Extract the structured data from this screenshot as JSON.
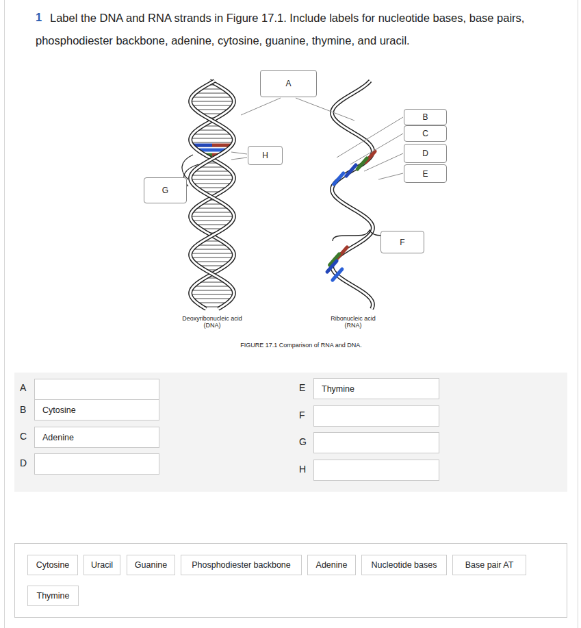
{
  "diagram": {
    "title": "Label the DNA and RNA strands in Figure 17.1. Include labels for nucleotide bases, base pairs, phosphodiester backbone, adenine, cytosine, guanine, thymine, and uracil.",
    "caption": "FIGURE 17.1 Comparison of RNA and DNA.",
    "nodes": [
      {
        "text": [
          "A"
        ]
      },
      {
        "text": [
          "B"
        ]
      },
      {
        "text": [
          "C"
        ]
      },
      {
        "text": [
          "D"
        ]
      },
      {
        "text": [
          "E"
        ]
      },
      {
        "text": [
          "F"
        ]
      },
      {
        "text": [
          "G"
        ]
      },
      {
        "text": [
          "H"
        ]
      },
      {
        "text": [
          "Cytosine"
        ]
      },
      {
        "text": [
          "Adenine"
        ]
      },
      {
        "text": [
          "Thymine"
        ]
      },
      {
        "text": [
          "Cytosine"
        ]
      },
      {
        "text": [
          "Uracil"
        ]
      },
      {
        "text": [
          "Guanine"
        ]
      },
      {
        "text": [
          "Phosphodiester backbone"
        ]
      },
      {
        "text": [
          "Adenine"
        ]
      },
      {
        "text": [
          "Nucleotide bases"
        ]
      },
      {
        "text": [
          "Base pair AT"
        ]
      },
      {
        "text": [
          "Thymine"
        ]
      }
    ],
    "labels": [
      "1",
      "Deoxyribonucleic acid (DNA)",
      "Ribonucleic acid (RNA)",
      "A",
      "B",
      "C",
      "D",
      "E",
      "F",
      "G",
      "H"
    ]
  }
}
